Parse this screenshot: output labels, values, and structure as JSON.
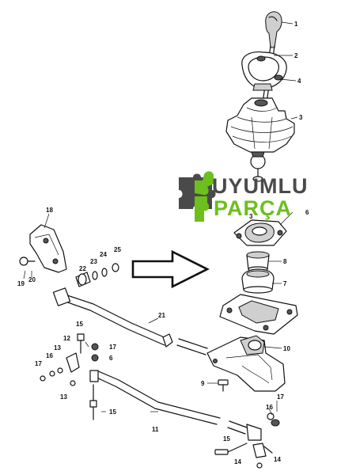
{
  "watermark": {
    "line1": "UYUMLU",
    "line2": "PARÇA",
    "colors": {
      "dark": "#4a4a4a",
      "green": "#6cbf1c"
    },
    "logo": "puzzle-piece-logo"
  },
  "callouts": [
    {
      "id": "c1",
      "text": "1"
    },
    {
      "id": "c2",
      "text": "2"
    },
    {
      "id": "c4",
      "text": "4"
    },
    {
      "id": "c3",
      "text": "3"
    },
    {
      "id": "c6",
      "text": "6"
    },
    {
      "id": "c3b",
      "text": "3"
    },
    {
      "id": "c8",
      "text": "8"
    },
    {
      "id": "c7",
      "text": "7"
    },
    {
      "id": "c10",
      "text": "10"
    },
    {
      "id": "c18",
      "text": "18"
    },
    {
      "id": "c25",
      "text": "25"
    },
    {
      "id": "c24",
      "text": "24"
    },
    {
      "id": "c23",
      "text": "23"
    },
    {
      "id": "c22",
      "text": "22"
    },
    {
      "id": "c20",
      "text": "20"
    },
    {
      "id": "c19",
      "text": "19"
    },
    {
      "id": "c21",
      "text": "21"
    },
    {
      "id": "c15a",
      "text": "15"
    },
    {
      "id": "c12",
      "text": "12"
    },
    {
      "id": "c13a",
      "text": "13"
    },
    {
      "id": "c16a",
      "text": "16"
    },
    {
      "id": "c17a",
      "text": "17"
    },
    {
      "id": "c17b",
      "text": "17"
    },
    {
      "id": "c6b",
      "text": "6"
    },
    {
      "id": "c13b",
      "text": "13"
    },
    {
      "id": "c9",
      "text": "9"
    },
    {
      "id": "c15b",
      "text": "15"
    },
    {
      "id": "c11",
      "text": "11"
    },
    {
      "id": "c16b",
      "text": "16"
    },
    {
      "id": "c17c",
      "text": "17"
    },
    {
      "id": "c15c",
      "text": "15"
    },
    {
      "id": "c14a",
      "text": "14"
    },
    {
      "id": "c14b",
      "text": "14"
    }
  ]
}
